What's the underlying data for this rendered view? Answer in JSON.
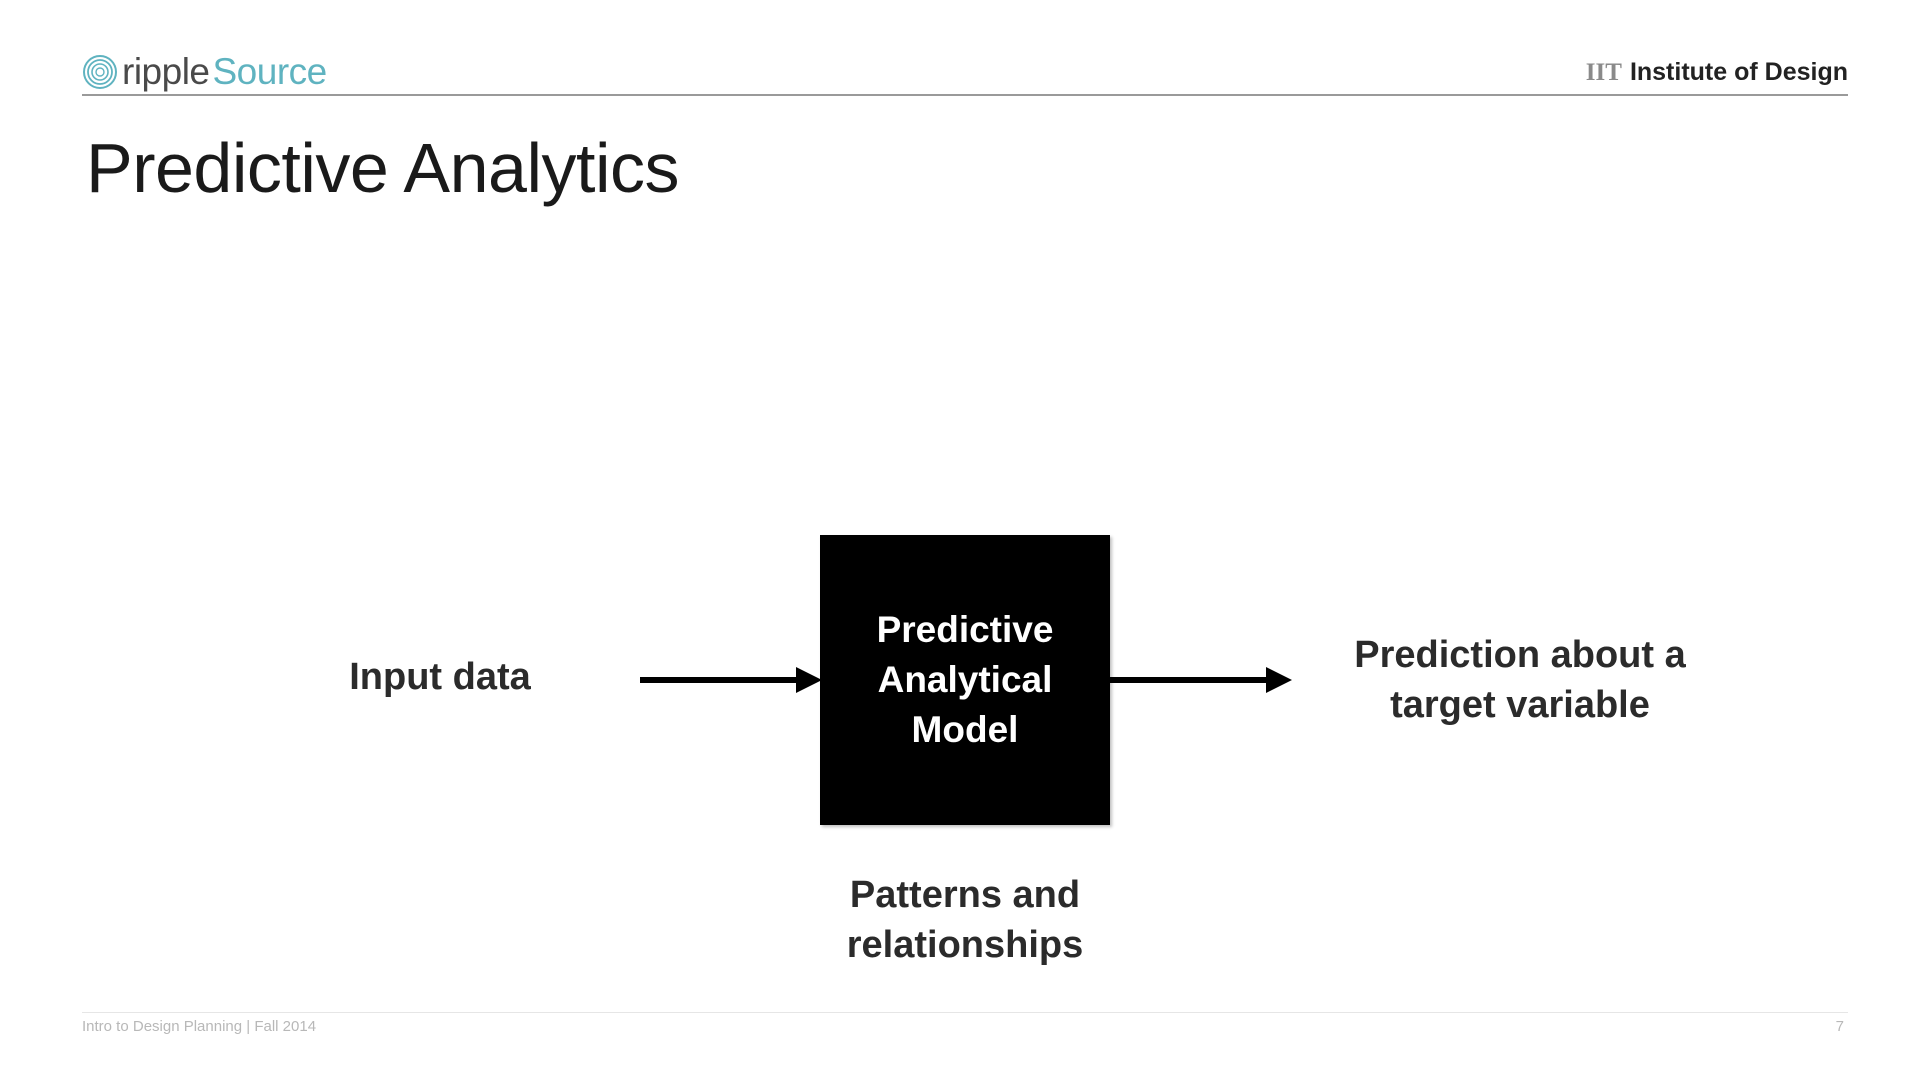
{
  "header": {
    "logo_part1": "ripple",
    "logo_part2": "Source",
    "institute_abbr": "IIT",
    "institute_name": "Institute of Design"
  },
  "title": "Predictive Analytics",
  "diagram": {
    "input": "Input data",
    "model_lines": [
      "Predictive",
      "Analytical",
      "Model"
    ],
    "output_lines": [
      "Prediction about a",
      "target variable"
    ],
    "below_lines": [
      "Patterns and",
      "relationships"
    ]
  },
  "footer": {
    "course": "Intro to Design Planning | Fall 2014",
    "page_number": "7"
  },
  "colors": {
    "logo_accent": "#5fb3c0",
    "box": "#000000",
    "arrow": "#000000"
  }
}
